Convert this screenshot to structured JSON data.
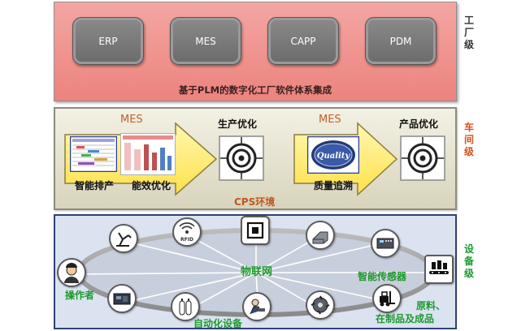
{
  "factory": {
    "systems": [
      "ERP",
      "MES",
      "CAPP",
      "PDM"
    ],
    "caption": "基于PLM的数字化工厂软件体系集成",
    "level_label": "工厂级",
    "level_color": "#333333"
  },
  "workshop": {
    "left": {
      "mes_label": "MES",
      "caption_left": "智能排产",
      "caption_right": "能效优化",
      "target_label": "生产优化"
    },
    "right": {
      "mes_label": "MES",
      "quality_badge": "Quality",
      "caption": "质量追溯",
      "target_label": "产品优化"
    },
    "environment": "CPS环境",
    "level_label": "车间级",
    "level_color": "#d0541c"
  },
  "equipment": {
    "center_label": "物联网",
    "operator_label": "操作者",
    "automation_label": "自动化设备",
    "sensor_label": "智能传感器",
    "materials_label_line1": "原料、",
    "materials_label_line2": "在制品及成品",
    "rfid_text": "RFID",
    "level_label": "设备级",
    "level_color": "#1d9a2e"
  }
}
